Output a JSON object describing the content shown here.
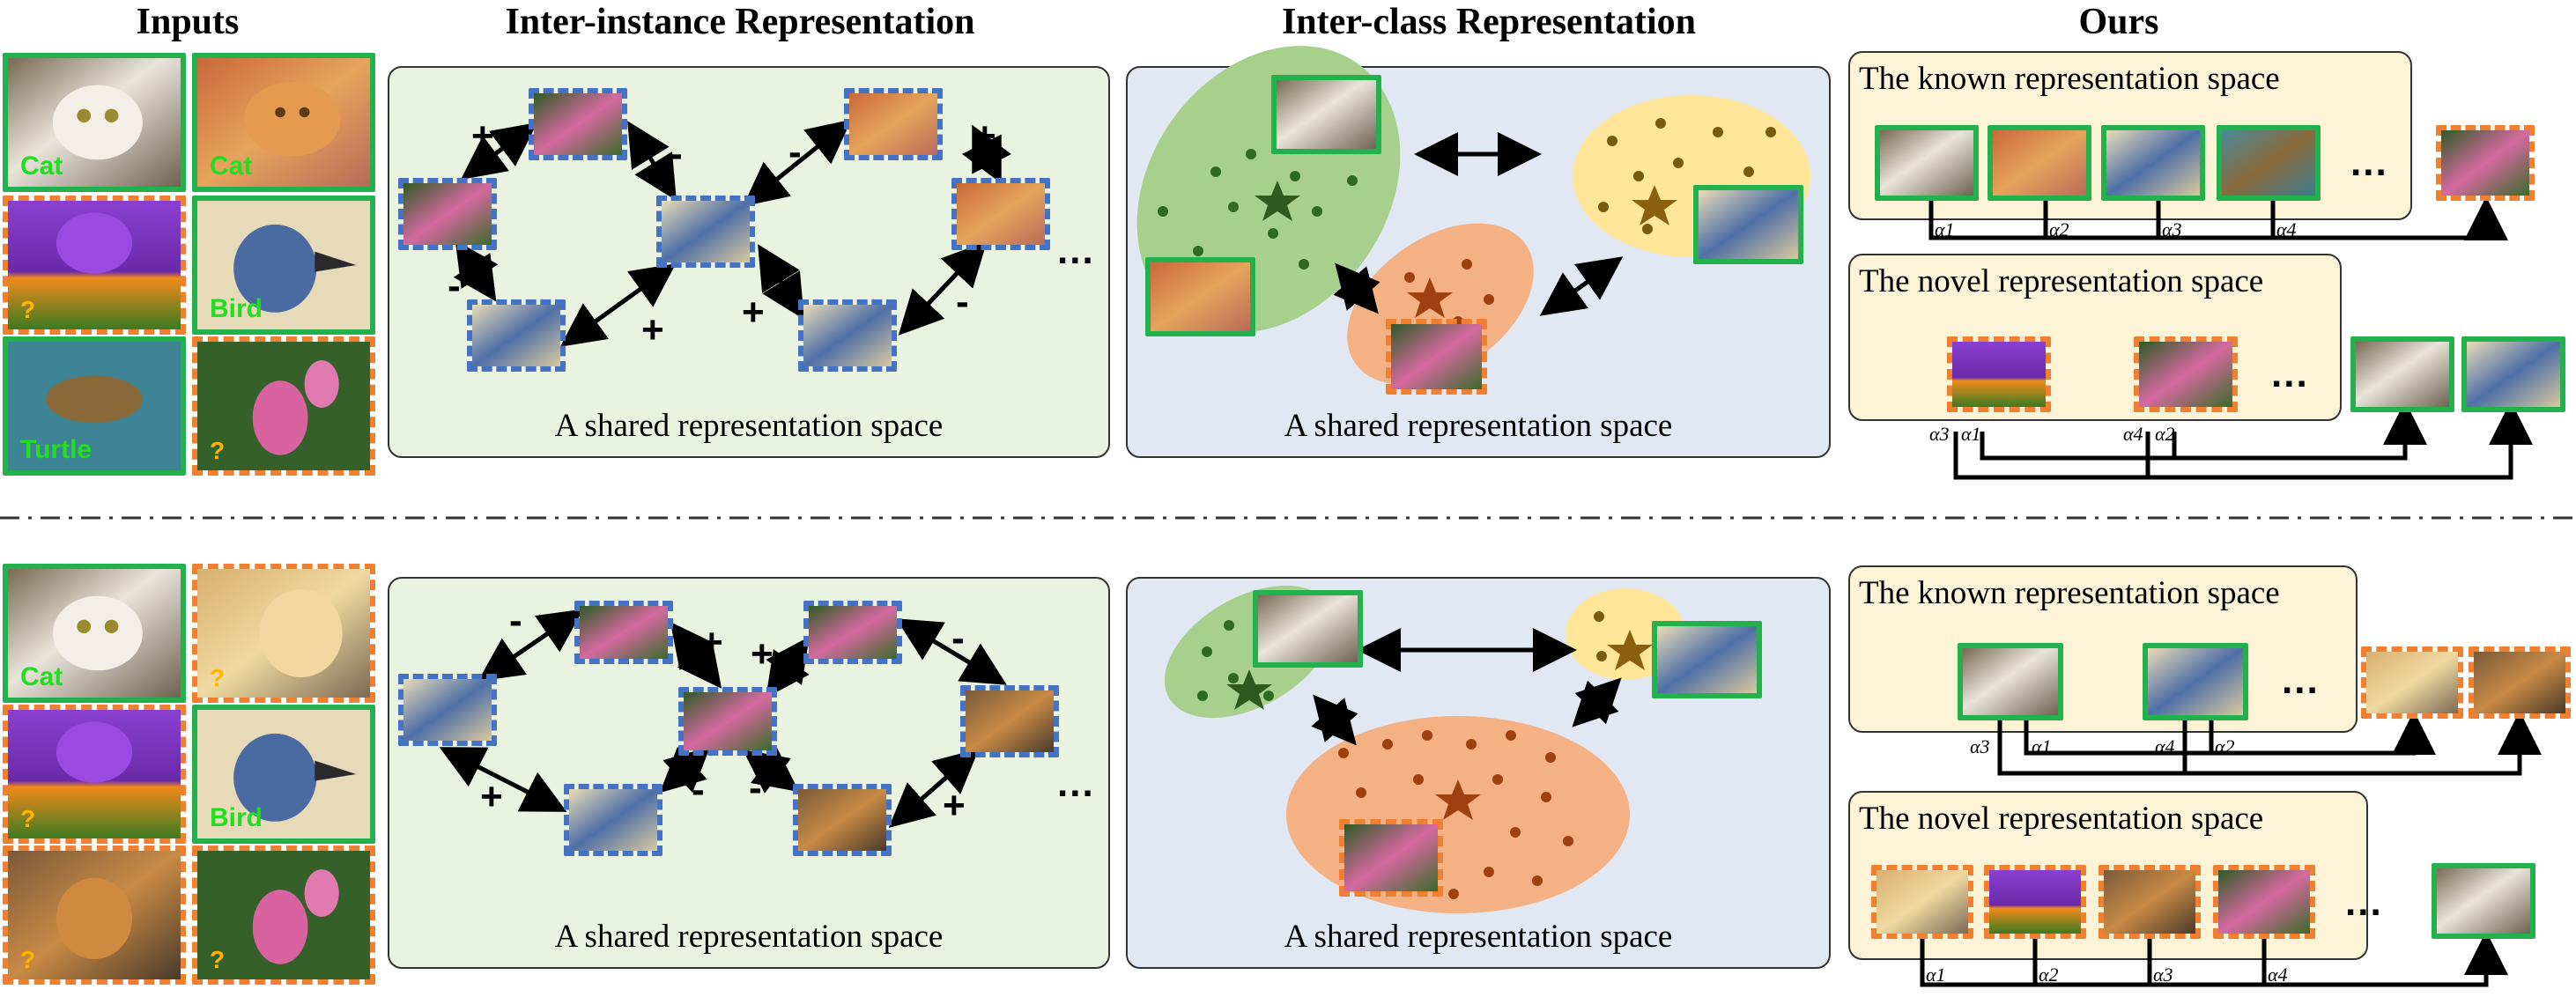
{
  "headings": {
    "inputs": "Inputs",
    "inter_instance": "Inter-instance Representation",
    "inter_class": "Inter-class Representation",
    "ours": "Ours"
  },
  "captions": {
    "shared_space": "A shared representation space",
    "known_space": "The known representation space",
    "novel_space": "The novel representation space"
  },
  "labels": {
    "cat": "Cat",
    "bird": "Bird",
    "turtle": "Turtle",
    "unknown": "?"
  },
  "symbols": {
    "plus": "+",
    "minus": "-",
    "ellipsis": "...",
    "alpha1": "α1",
    "alpha2": "α2",
    "alpha3": "α3",
    "alpha4": "α4"
  },
  "colors": {
    "known_border": "#22b14c",
    "unknown_border": "#f08030",
    "instance_border": "#4472c4",
    "green_cluster": "#a8d08d",
    "yellow_cluster": "#ffe699",
    "orange_cluster": "#f4b183",
    "label_green": "#22dd22",
    "label_question": "#ffb400"
  },
  "image_subjects": {
    "cat_white": "cat-photo",
    "cat_orange": "orange-cat-photo",
    "crocus": "purple-flower-photo",
    "bird": "bird-photo",
    "turtle": "turtle-photo",
    "pink_flower": "pink-flower-photo",
    "dog": "dog-photo",
    "tiger": "tiger-photo"
  }
}
